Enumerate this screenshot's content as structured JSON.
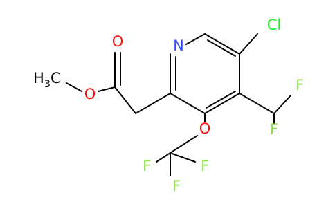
{
  "molecule": {
    "atoms": {
      "N": "N",
      "Cl": "Cl",
      "F1": "F",
      "F2": "F",
      "O_ester1": "O",
      "O_ester2": "O",
      "O_ether": "O",
      "F3": "F",
      "F4": "F",
      "F5": "F",
      "methyl_main": "H",
      "methyl_sub": "3",
      "methyl_c": "C"
    },
    "colors": {
      "bond": "#000000",
      "N": "#3050F8",
      "O": "#FF0D0D",
      "F": "#90E050",
      "Cl": "#1FF01F",
      "C": "#000000"
    }
  }
}
